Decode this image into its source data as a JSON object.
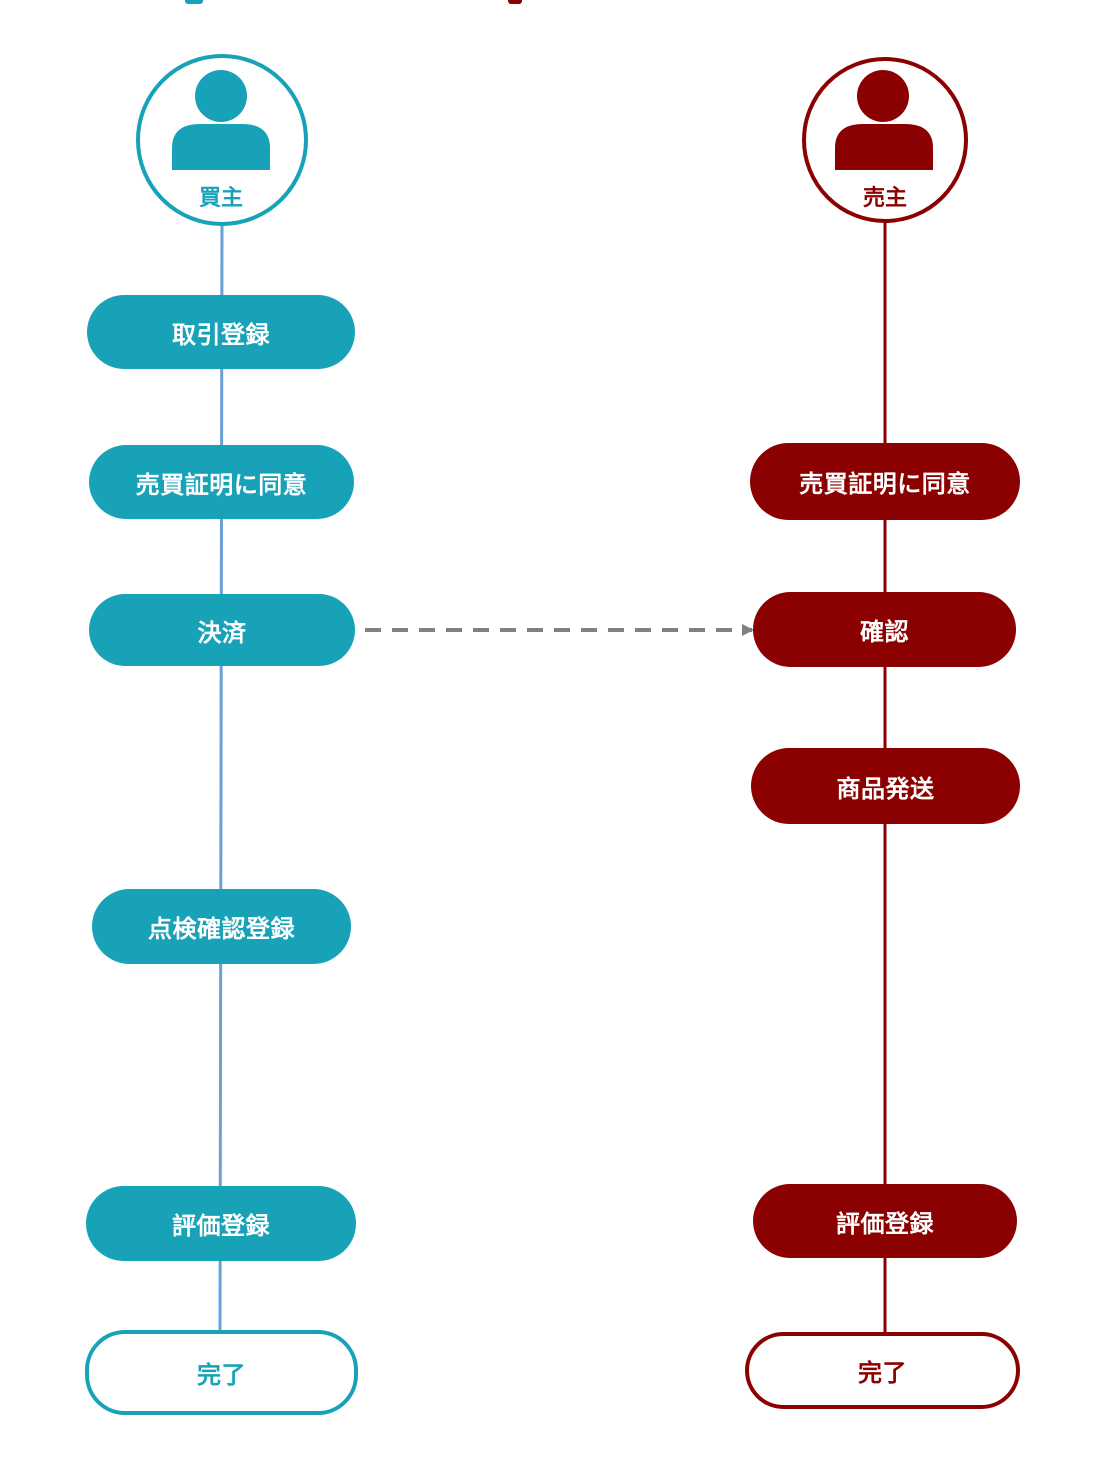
{
  "colors": {
    "buyer": "#18a2b8",
    "seller": "#8b0000",
    "buyer_line": "#6a9fd4",
    "arrow": "#808080"
  },
  "buyer": {
    "label": "買主",
    "icon": "person-icon",
    "steps": [
      {
        "label": "取引登録"
      },
      {
        "label": "売買証明に同意"
      },
      {
        "label": "決済"
      },
      {
        "label": "点検確認登録"
      },
      {
        "label": "評価登録"
      }
    ],
    "end": "完了"
  },
  "seller": {
    "label": "売主",
    "icon": "person-icon",
    "steps": [
      {
        "label": "売買証明に同意"
      },
      {
        "label": "確認"
      },
      {
        "label": "商品発送"
      },
      {
        "label": "評価登録"
      }
    ],
    "end": "完了"
  },
  "links": [
    {
      "from": "buyer.steps.2",
      "to": "seller.steps.1",
      "style": "dashed-arrow"
    }
  ]
}
